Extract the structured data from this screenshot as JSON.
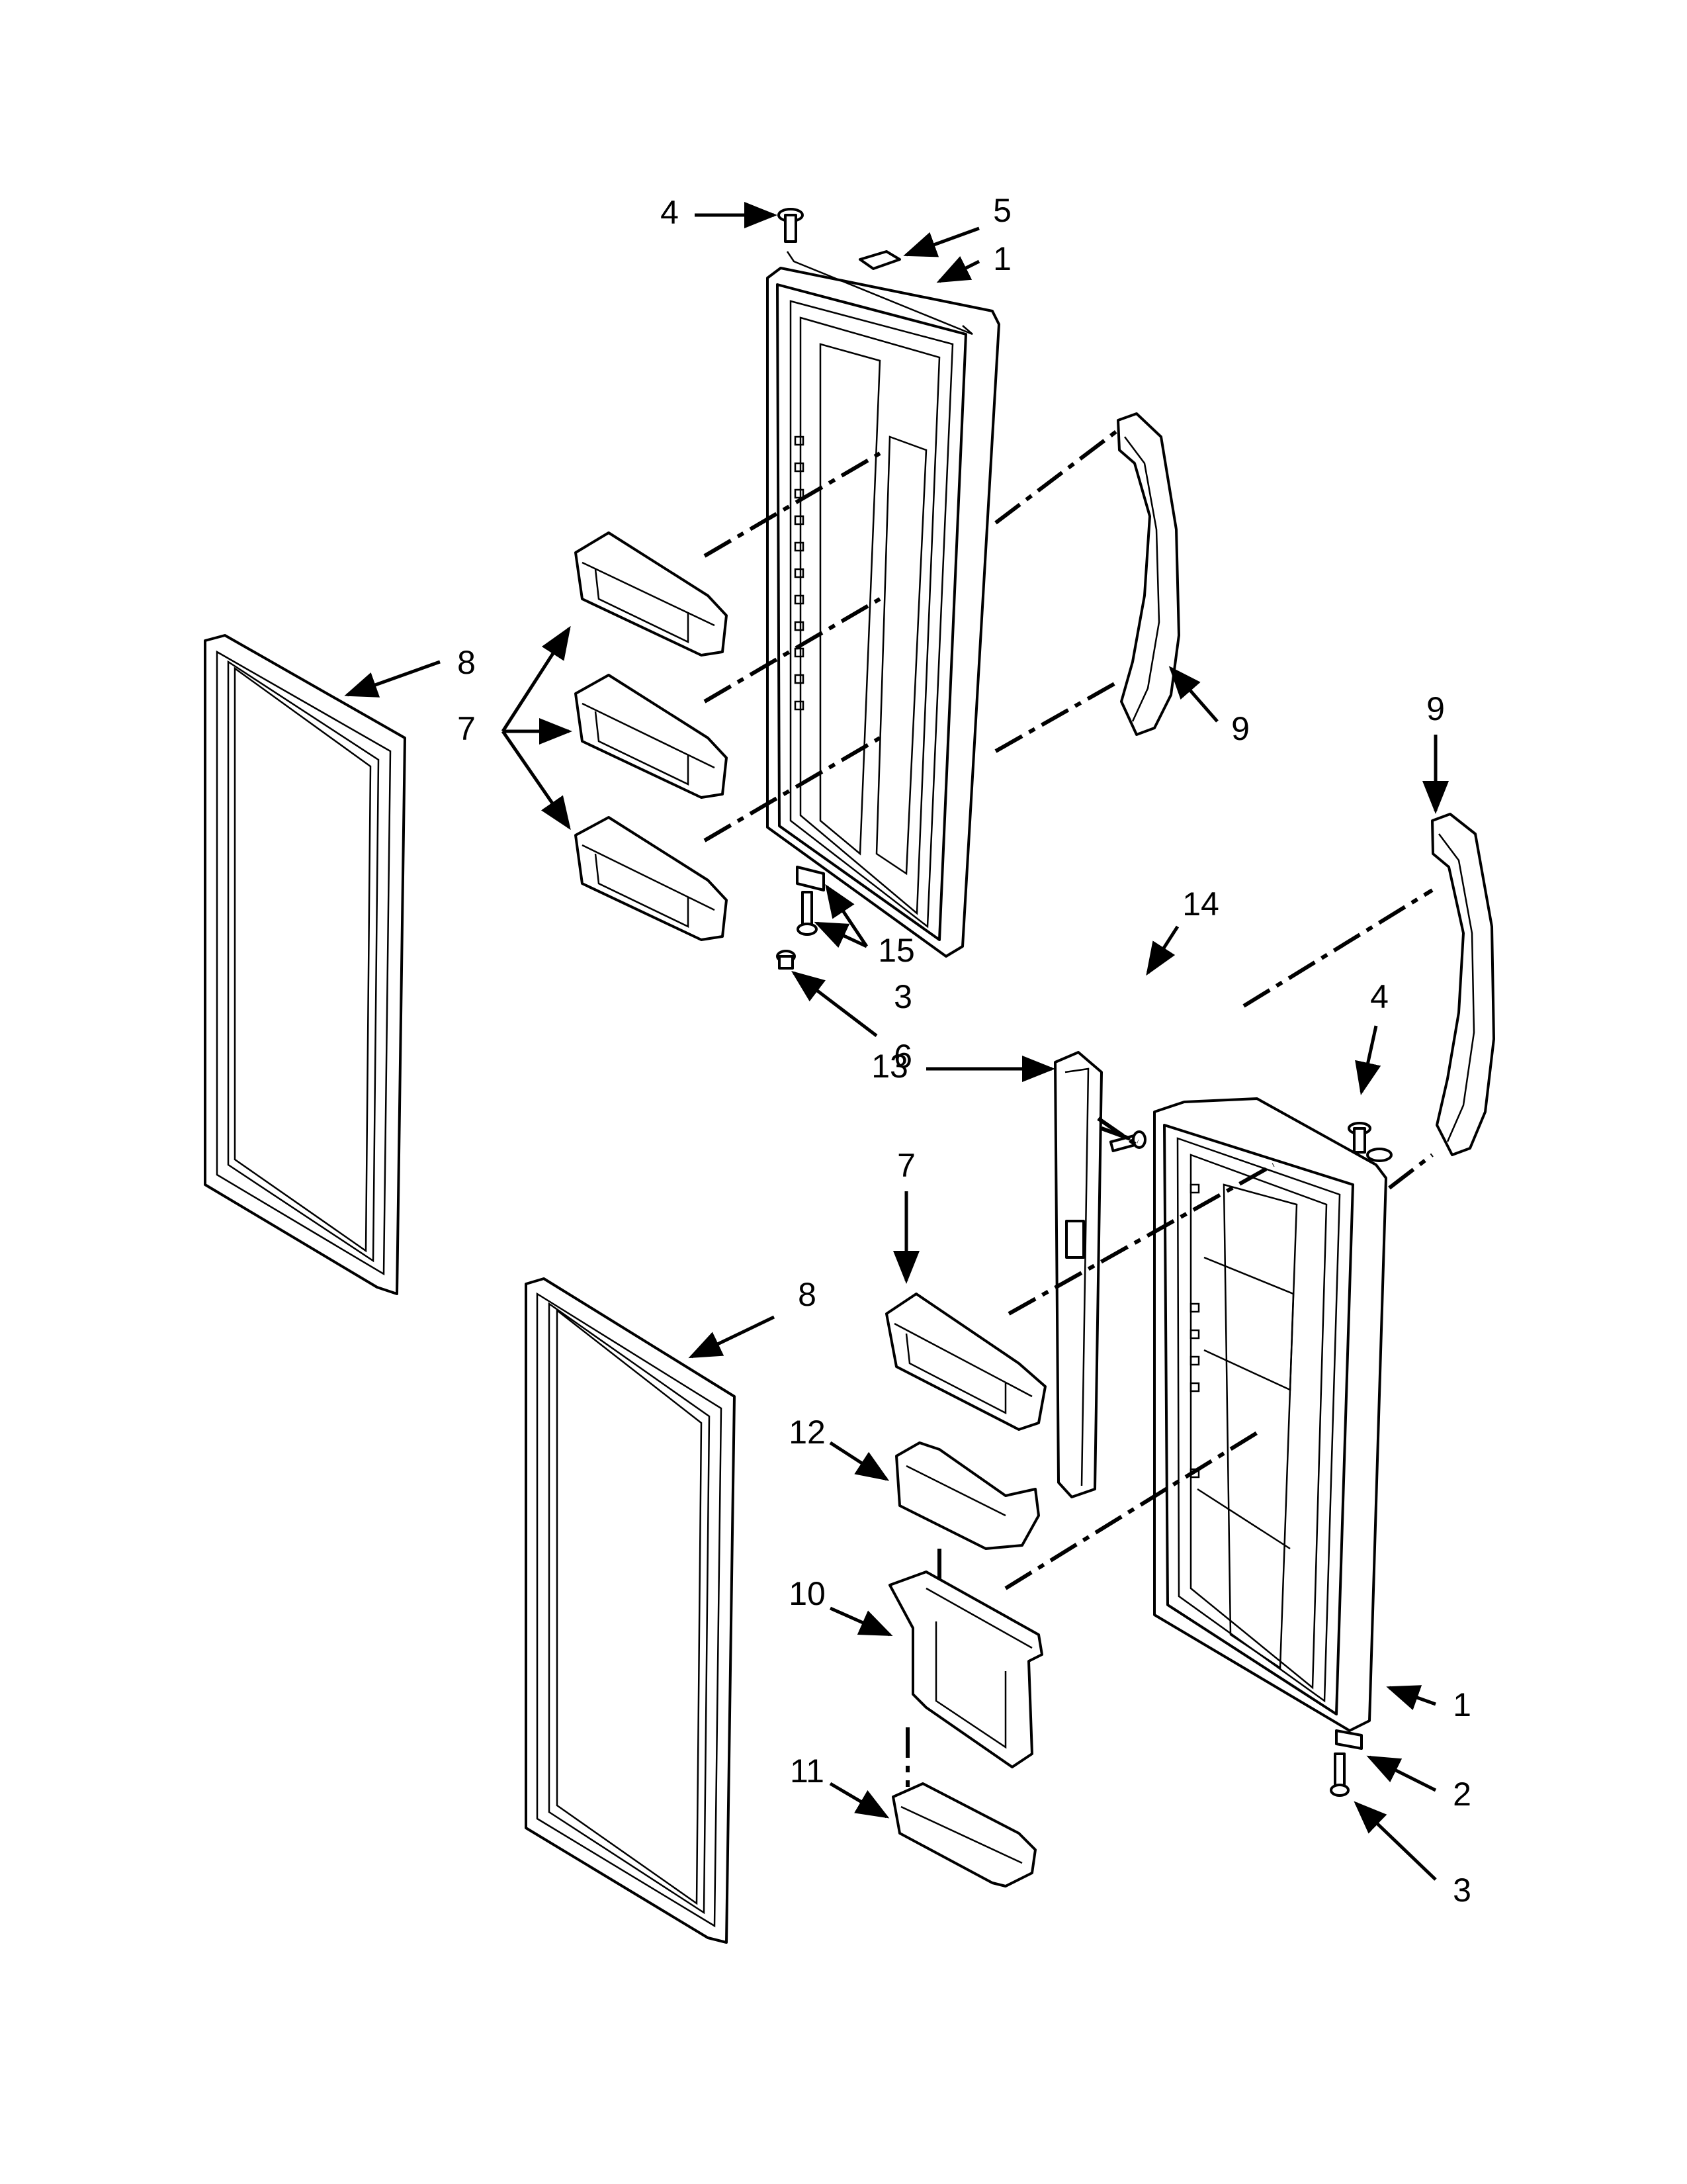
{
  "colors": {
    "ink": "#000000",
    "paper": "#ffffff",
    "part_shade": "#e9e9e9"
  },
  "callouts": {
    "c4_top": "4",
    "c5": "5",
    "c1_top": "1",
    "c8_upper": "8",
    "c7_group": "7",
    "c9_left": "9",
    "c9_right": "9",
    "c14": "14",
    "c15": "15",
    "c3_mid": "3",
    "c6": "6",
    "c4_right": "4",
    "c13": "13",
    "c7_lower": "7",
    "c8_lower": "8",
    "c12": "12",
    "c10": "10",
    "c1_bottom": "1",
    "c11": "11",
    "c2": "2",
    "c3_bottom": "3"
  }
}
